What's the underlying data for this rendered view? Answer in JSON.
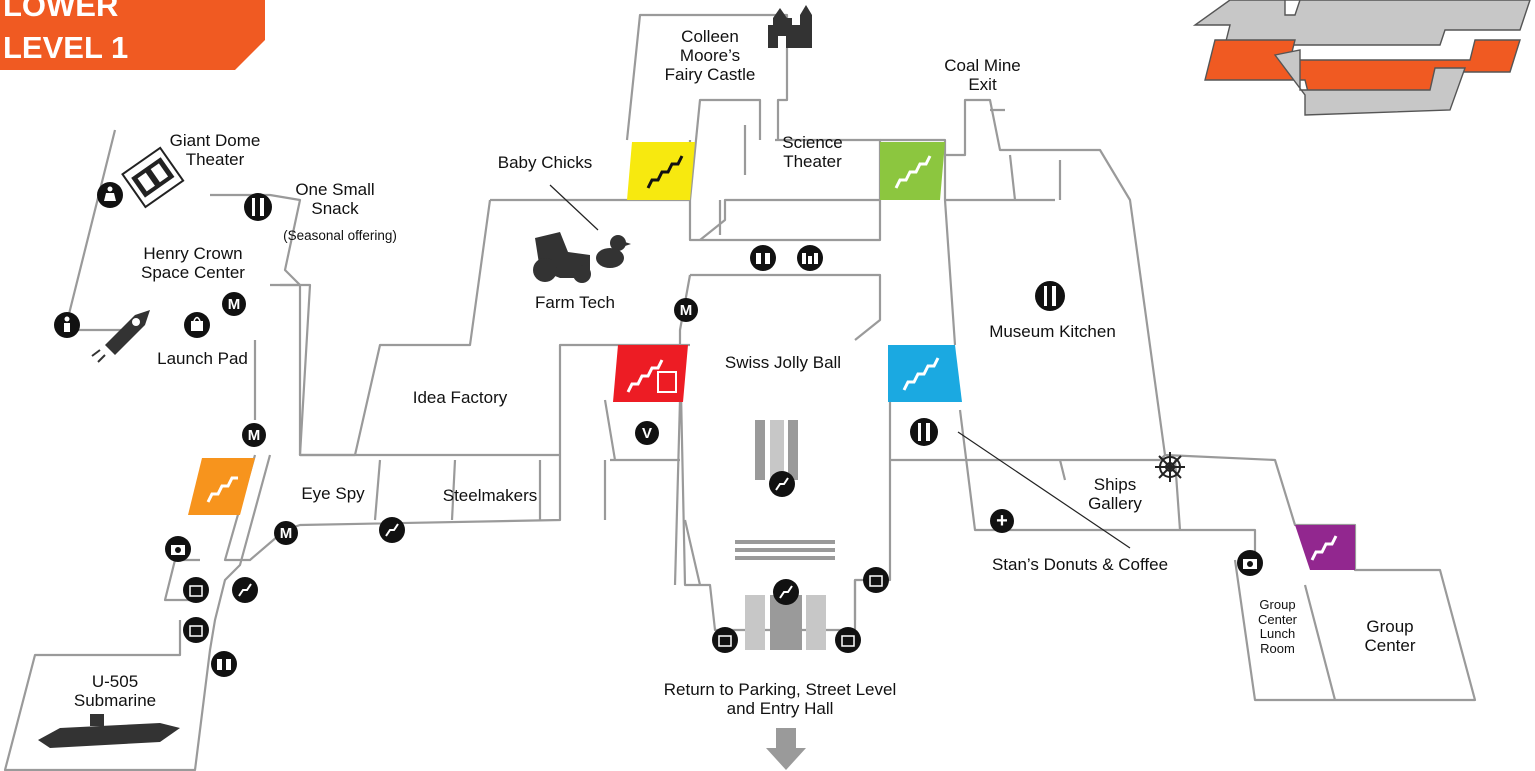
{
  "level_badge": {
    "line1": "LOWER",
    "line2": "LEVEL 1",
    "color": "#f05a22"
  },
  "areas": {
    "fairy_castle": "Colleen\nMoore’s\nFairy Castle",
    "coal_mine_exit": "Coal Mine\nExit",
    "giant_dome": "Giant Dome\nTheater",
    "one_small_snack": "One Small\nSnack",
    "seasonal": "(Seasonal offering)",
    "baby_chicks": "Baby Chicks",
    "science_theater": "Science\nTheater",
    "henry_crown": "Henry Crown\nSpace Center",
    "farm_tech": "Farm Tech",
    "museum_kitchen": "Museum Kitchen",
    "launch_pad": "Launch Pad",
    "idea_factory": "Idea Factory",
    "swiss_jolly_ball": "Swiss Jolly Ball",
    "eye_spy": "Eye Spy",
    "steelmakers": "Steelmakers",
    "ships_gallery": "Ships\nGallery",
    "stans": "Stan’s Donuts & Coffee",
    "group_center_lunch": "Group\nCenter\nLunch\nRoom",
    "group_center": "Group\nCenter",
    "u505": "U-505\nSubmarine",
    "return_parking": "Return to Parking, Street Level\nand Entry Hall"
  },
  "badges": {
    "metra": "M",
    "visitor": "V",
    "first_aid": "+"
  },
  "stair_colors": {
    "yellow": "#f7e90f",
    "green": "#8cc63f",
    "red": "#ed1c24",
    "blue": "#1ba9e1",
    "orange": "#f7941d",
    "purple": "#92278f"
  },
  "icons": [
    "restroom-icon",
    "family-restroom-icon",
    "dining-icon",
    "shop-icon",
    "camera-icon",
    "elevator-icon",
    "stairs-icon",
    "ship-wheel-icon",
    "film-icon",
    "rocket-icon",
    "tractor-icon",
    "chick-icon",
    "castle-icon",
    "submarine-icon",
    "arrow-down-icon"
  ]
}
